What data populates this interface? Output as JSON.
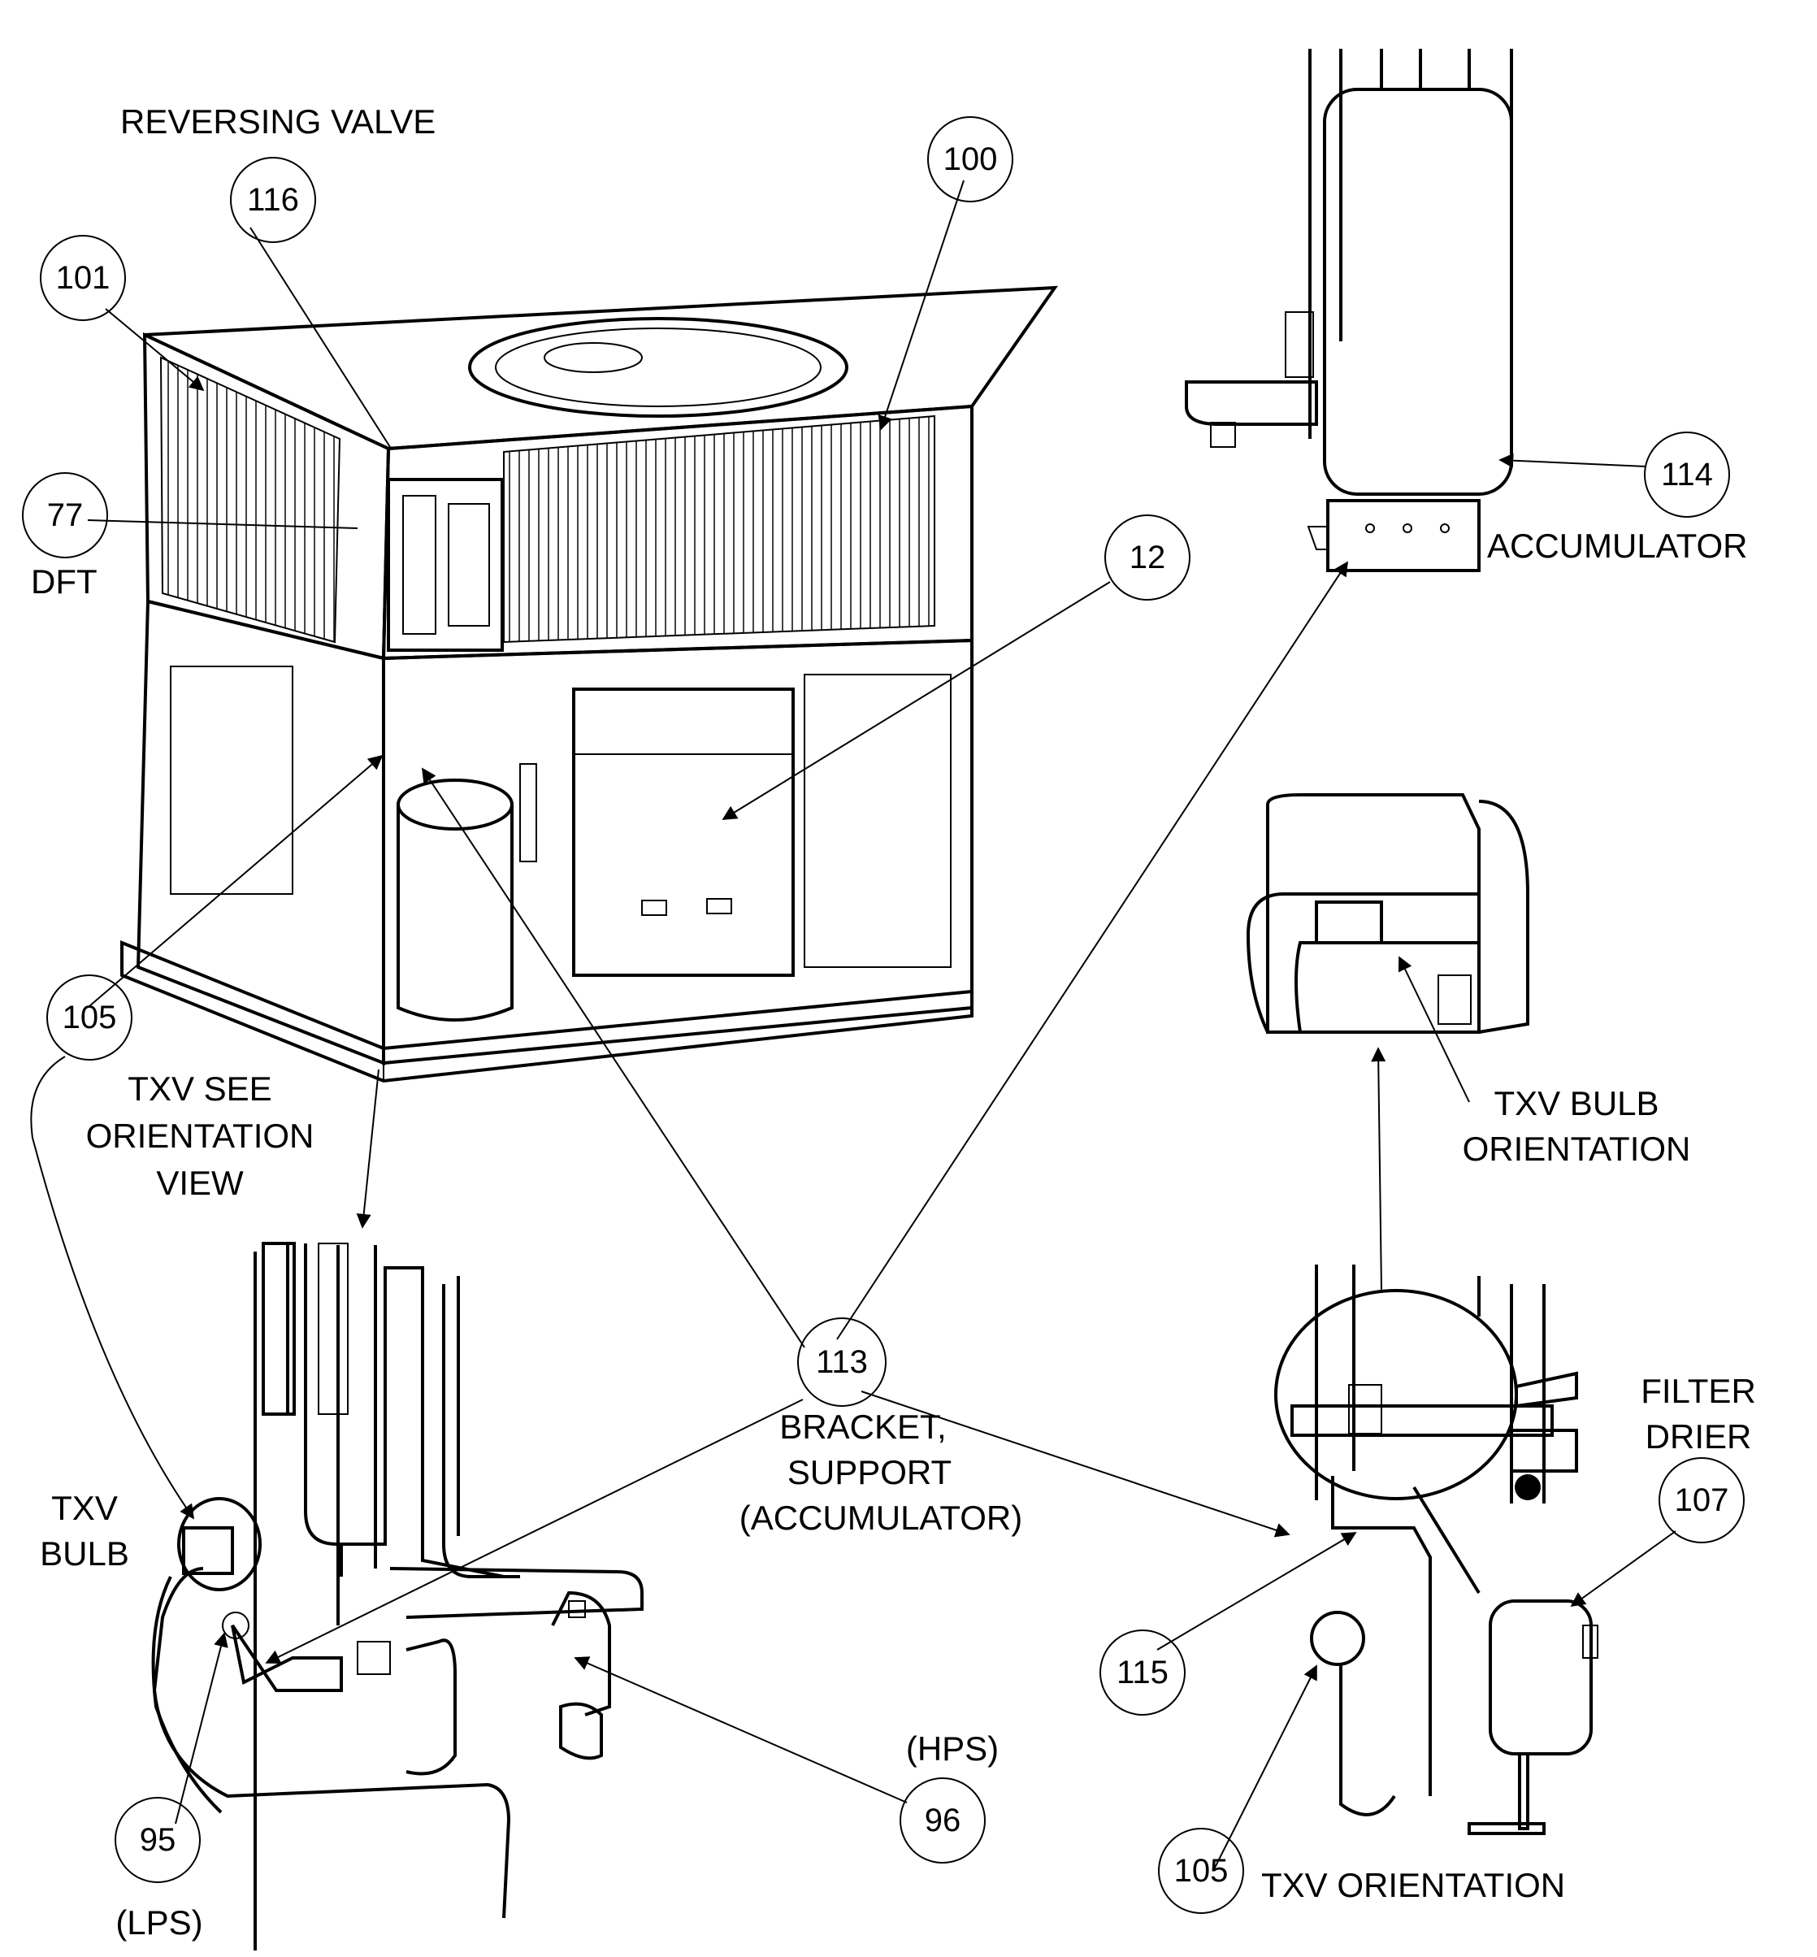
{
  "labels": {
    "reversing_valve": "REVERSING VALVE",
    "dft": "DFT",
    "accumulator": "ACCUMULATOR",
    "txv_see_line1": "TXV SEE",
    "txv_see_line2": "ORIENTATION",
    "txv_see_line3": "VIEW",
    "txv_bulb_orient_line1": "TXV BULB",
    "txv_bulb_orient_line2": "ORIENTATION",
    "bracket_line1": "BRACKET,",
    "bracket_line2": "SUPPORT",
    "bracket_line3": "(ACCUMULATOR)",
    "filter_line1": "FILTER",
    "filter_line2": "DRIER",
    "txv_bulb_line1": "TXV",
    "txv_bulb_line2": "BULB",
    "hps": "(HPS)",
    "lps": "(LPS)",
    "txv_orientation": "TXV ORIENTATION"
  },
  "callouts": {
    "c116": "116",
    "c100": "100",
    "c101": "101",
    "c77": "77",
    "c12": "12",
    "c114": "114",
    "c105a": "105",
    "c113": "113",
    "c107": "107",
    "c115": "115",
    "c95": "95",
    "c96": "96",
    "c105b": "105"
  }
}
